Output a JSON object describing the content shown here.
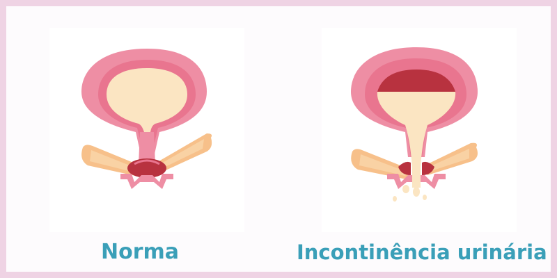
{
  "captions": {
    "normal": "Norma",
    "incontinence": "Incontinência urinária"
  },
  "colors": {
    "caption": "#3a9fb8",
    "outer_wall": "#ee8ea4",
    "inner_wall": "#e9758f",
    "bladder_fill": "#fbe5c2",
    "sphincter": "#b8323f",
    "muscle": "#f7c08a",
    "leak_drop": "#fbe5c2",
    "frame_border": "#efd3e4"
  },
  "icons": {
    "normal": "healthy-bladder-illustration",
    "incontinence": "leaking-bladder-illustration"
  }
}
